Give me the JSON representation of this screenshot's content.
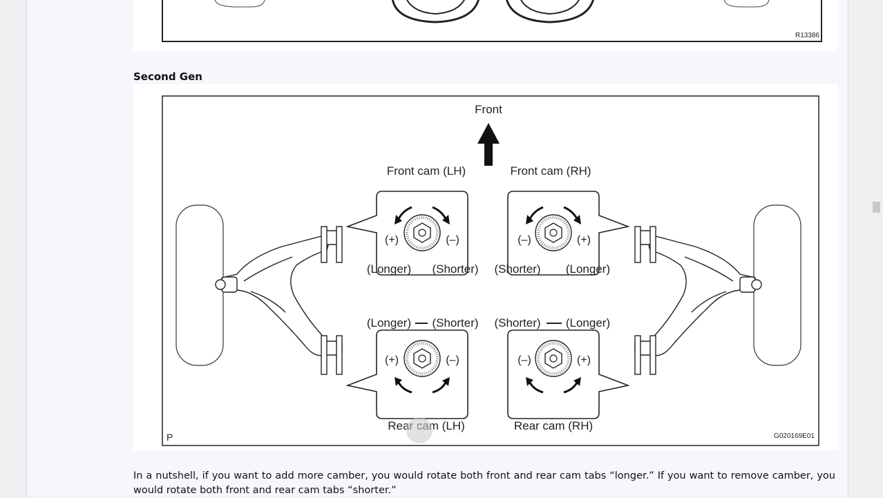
{
  "first_figure": {
    "code": "R13386"
  },
  "section_heading": "Second Gen",
  "second_figure": {
    "front_label": "Front",
    "front_cam_lh": "Front cam (LH)",
    "front_cam_rh": "Front cam (RH)",
    "rear_cam_lh": "Rear cam (LH)",
    "rear_cam_rh": "Rear cam (RH)",
    "plus": "(+)",
    "minus": "(–)",
    "longer": "(Longer)",
    "shorter": "(Shorter)",
    "corner_letter": "P",
    "code": "G020169E01"
  },
  "paragraph": "In a nutshell, if you want to add more camber, you would rotate both front and rear cam tabs “longer.” If you want to remove camber, you would rotate both front and rear cam tabs “shorter.”",
  "scroll_top_icon": "chevron-up-icon"
}
